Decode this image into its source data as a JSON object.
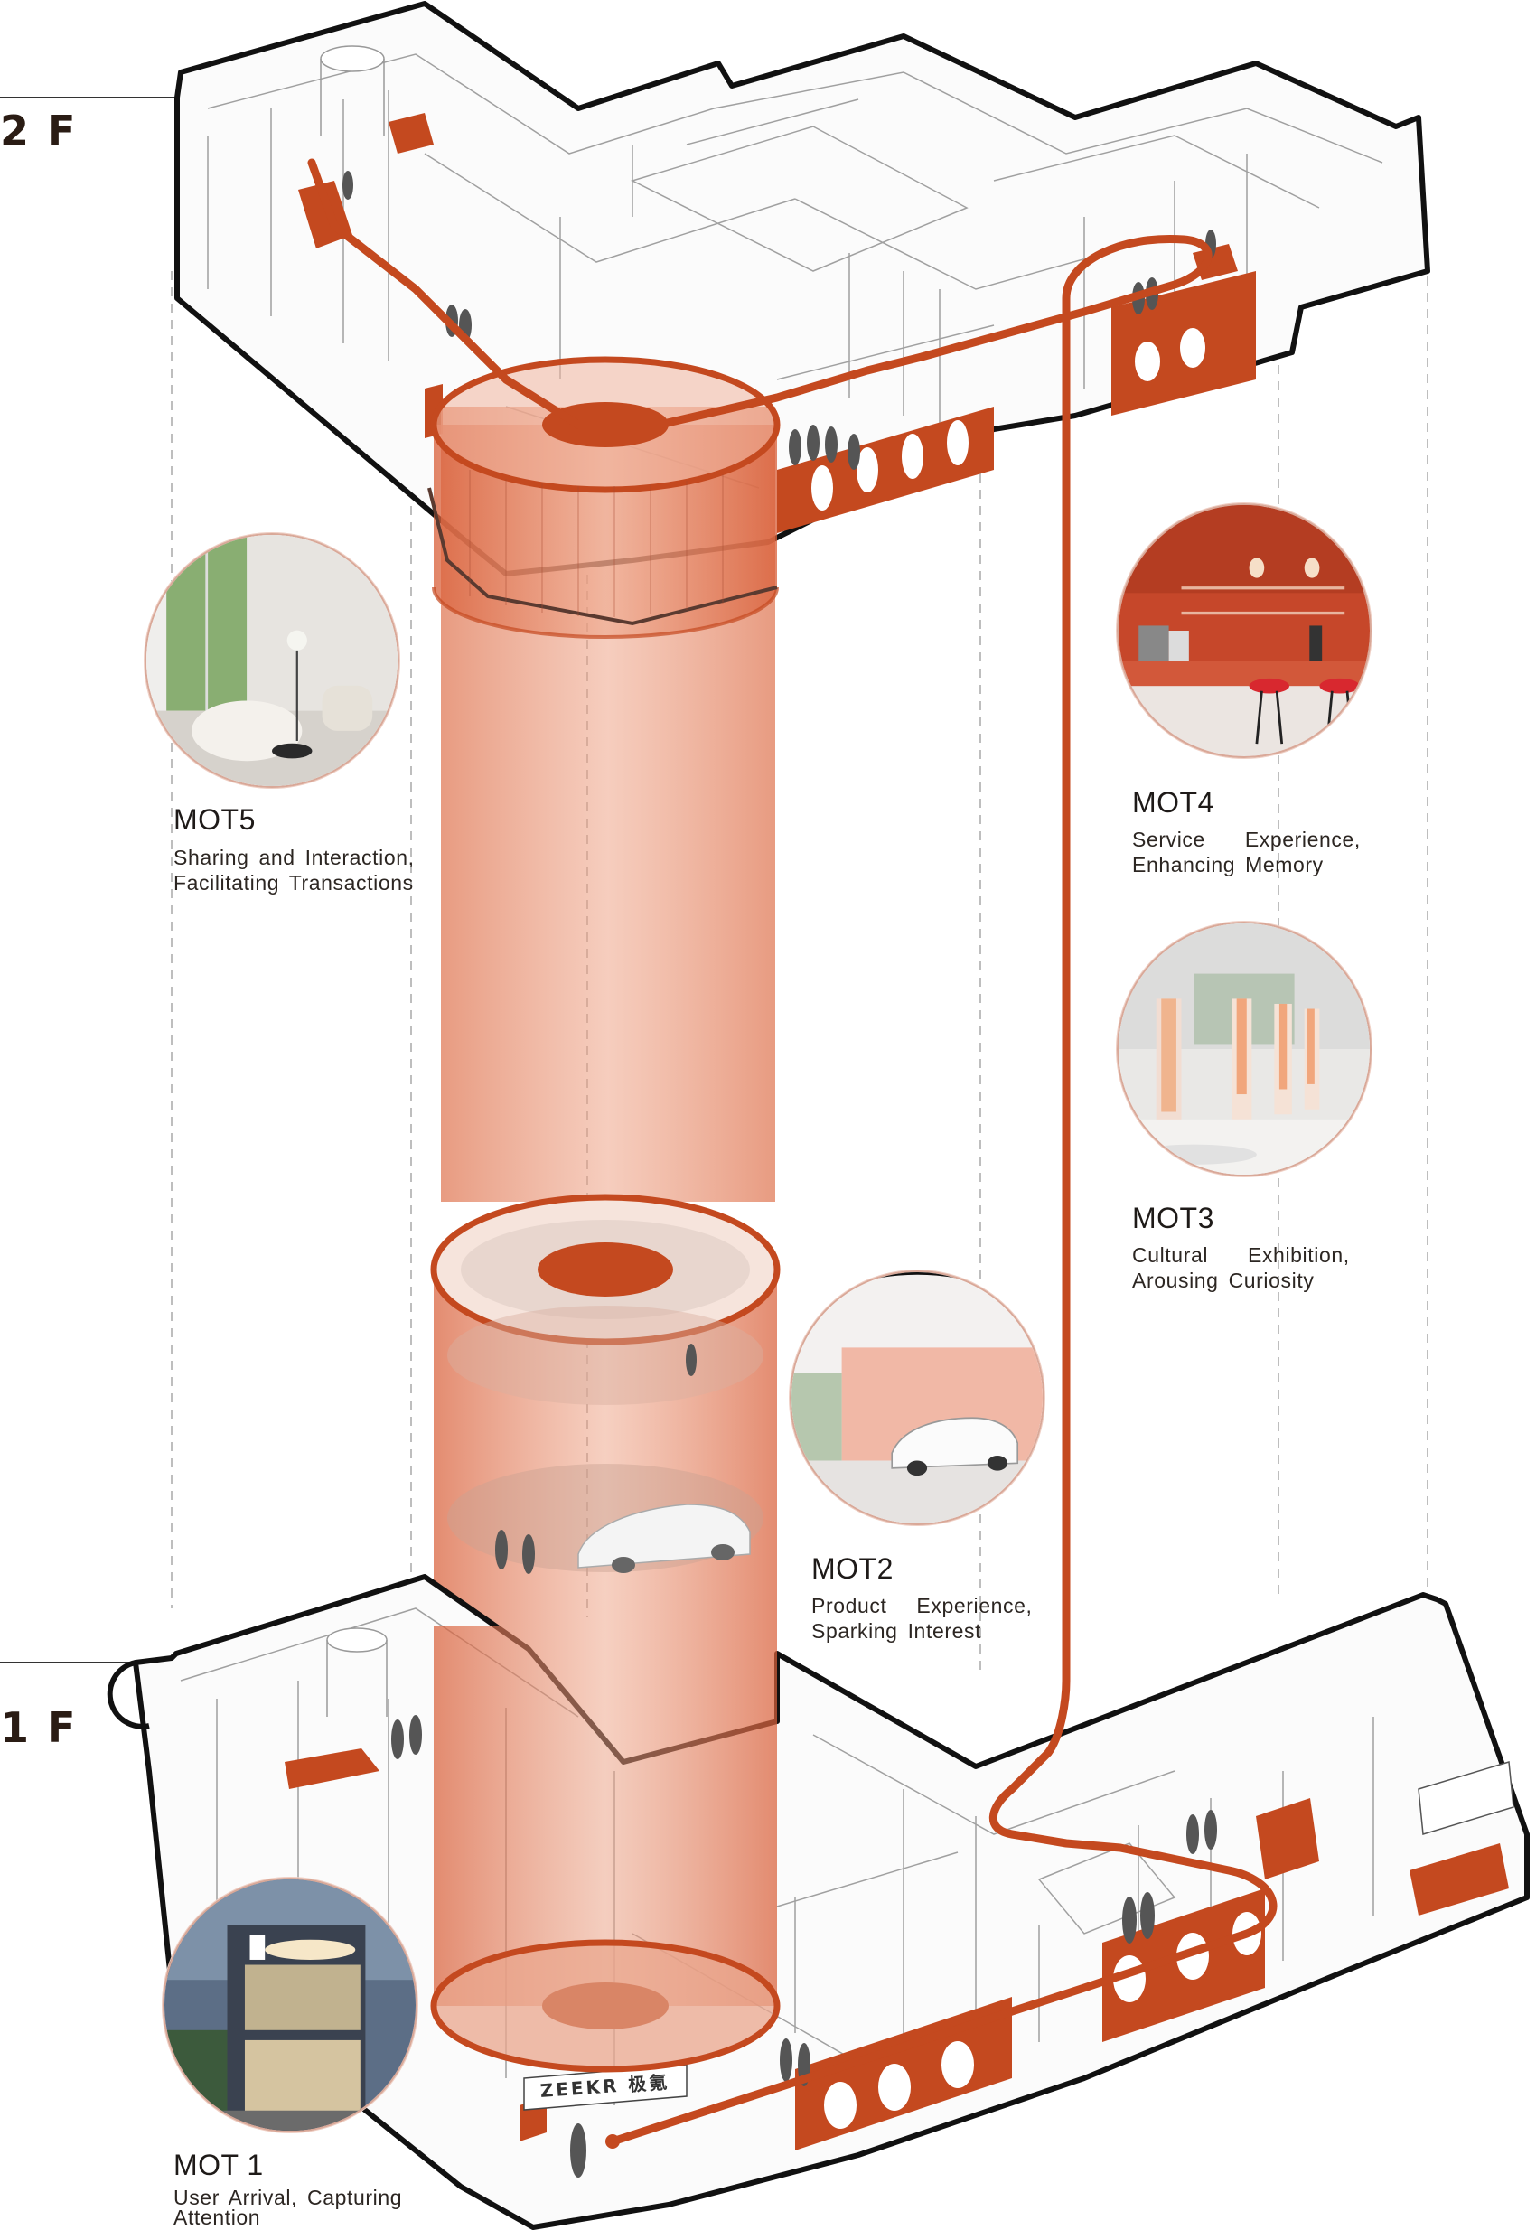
{
  "floors": {
    "upper": "2 F",
    "lower": "1 F"
  },
  "moments": [
    {
      "id": "mot5",
      "title": "MOT5",
      "desc_line1": "Sharing and Interaction,",
      "desc_line2": "Facilitating Transactions"
    },
    {
      "id": "mot4",
      "title": "MOT4",
      "desc_line1": "Service    Experience,",
      "desc_line2": "Enhancing Memory"
    },
    {
      "id": "mot3",
      "title": "MOT3",
      "desc_line1": "Cultural    Exhibition,",
      "desc_line2": "Arousing Curiosity"
    },
    {
      "id": "mot2",
      "title": "MOT2",
      "desc_line1": "Product   Experience,",
      "desc_line2": "Sparking Interest"
    },
    {
      "id": "mot1",
      "title": "MOT 1",
      "desc_line1": "User Arrival, Capturing",
      "desc_line2": "Attention"
    }
  ],
  "signage": {
    "storefront": "ZEEKR 极氪"
  },
  "colors": {
    "accent": "#c4491f",
    "accent_light": "#e9a58c",
    "accent_soft": "#f3c9b8",
    "outline": "#111111",
    "linework": "#9b9b9b"
  }
}
